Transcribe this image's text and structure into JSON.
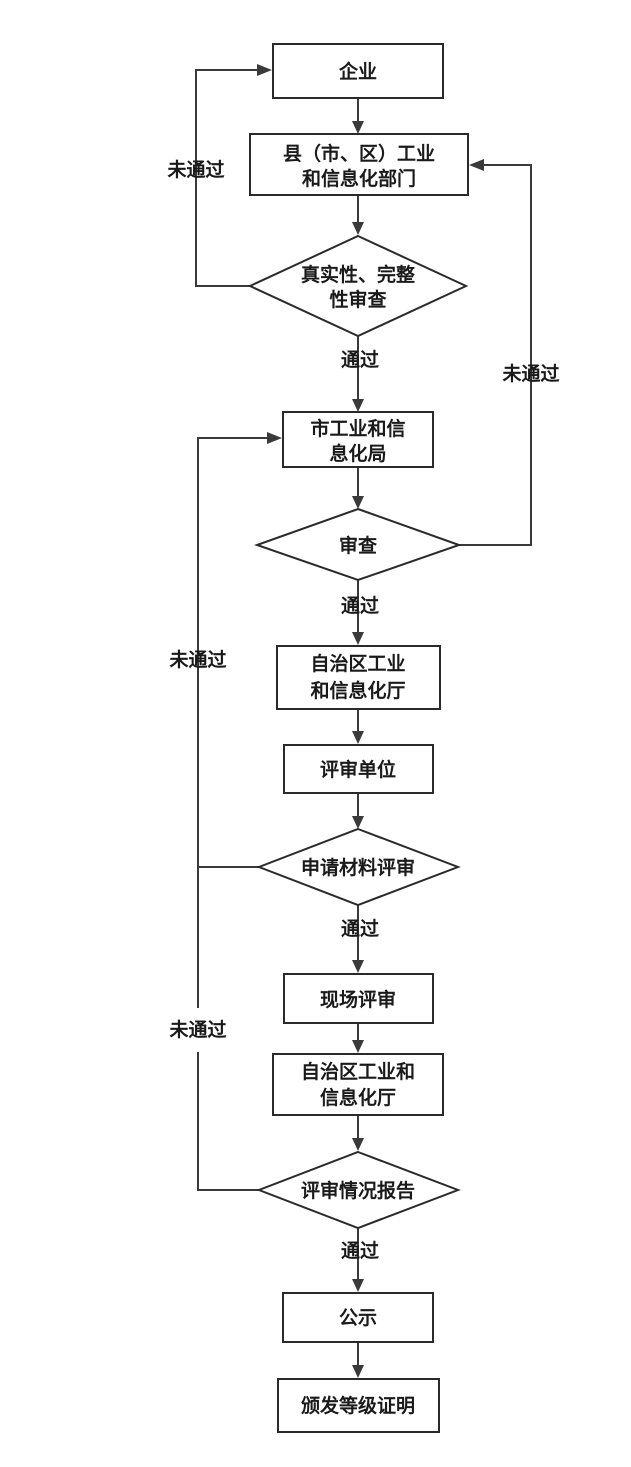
{
  "nodes": {
    "enterprise": {
      "lines": [
        "企业"
      ]
    },
    "county_dept": {
      "lines": [
        "县（市、区）工业",
        "和信息化部门"
      ]
    },
    "authenticity_review": {
      "lines": [
        "真实性、完整",
        "性审查"
      ]
    },
    "city_bureau": {
      "lines": [
        "市工业和信",
        "息化局"
      ]
    },
    "city_review": {
      "lines": [
        "审查"
      ]
    },
    "region_dept_1": {
      "lines": [
        "自治区工业",
        "和信息化厅"
      ]
    },
    "review_unit": {
      "lines": [
        "评审单位"
      ]
    },
    "material_review": {
      "lines": [
        "申请材料评审"
      ]
    },
    "onsite_review": {
      "lines": [
        "现场评审"
      ]
    },
    "region_dept_2": {
      "lines": [
        "自治区工业和",
        "信息化厅"
      ]
    },
    "report_review": {
      "lines": [
        "评审情况报告"
      ]
    },
    "publicity": {
      "lines": [
        "公示"
      ]
    },
    "issue_certificate": {
      "lines": [
        "颁发等级证明"
      ]
    }
  },
  "edge_labels": {
    "pass_1": "通过",
    "pass_2": "通过",
    "pass_3": "通过",
    "pass_4": "通过",
    "fail_1": "未通过",
    "fail_2": "未通过",
    "fail_3": "未通过",
    "fail_4": "未通过"
  }
}
